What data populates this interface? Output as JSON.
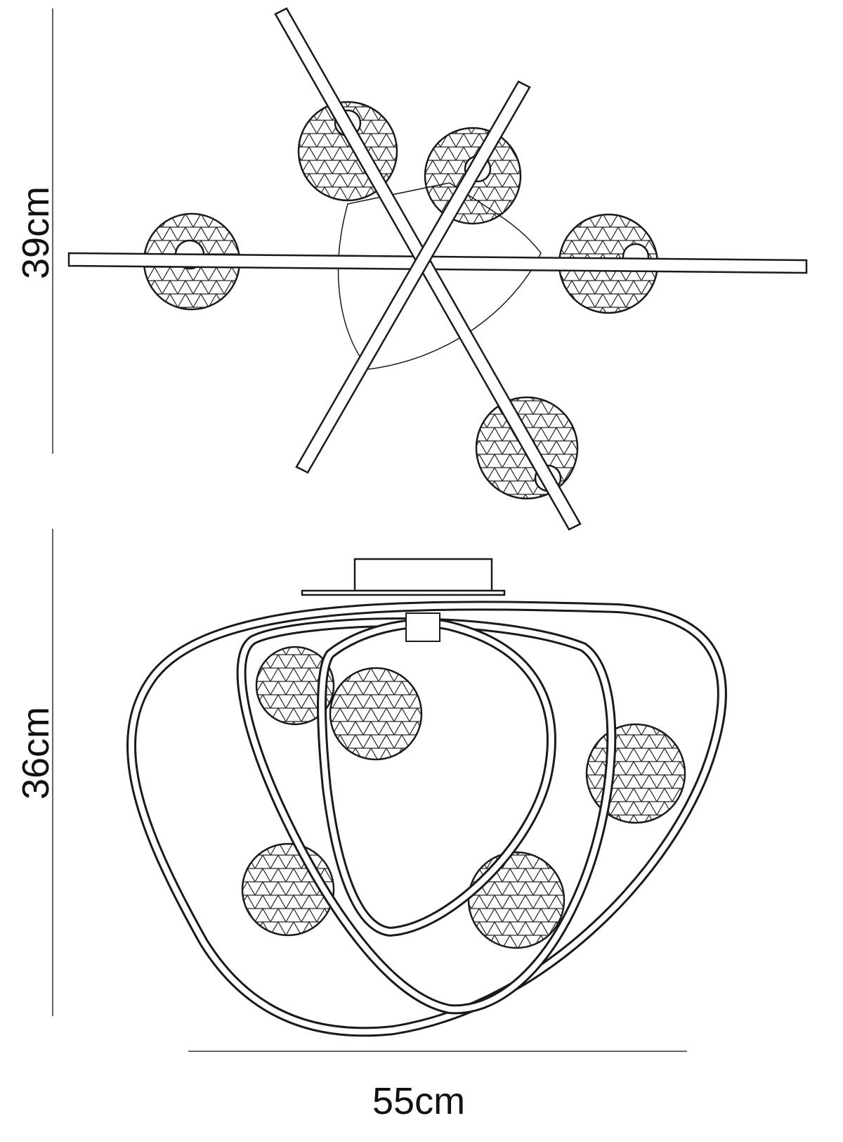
{
  "dimensions": {
    "top_view_depth": "39cm",
    "side_view_height": "36cm",
    "width": "55cm"
  },
  "colors": {
    "line": "#1a1a1a",
    "background": "#ffffff"
  }
}
